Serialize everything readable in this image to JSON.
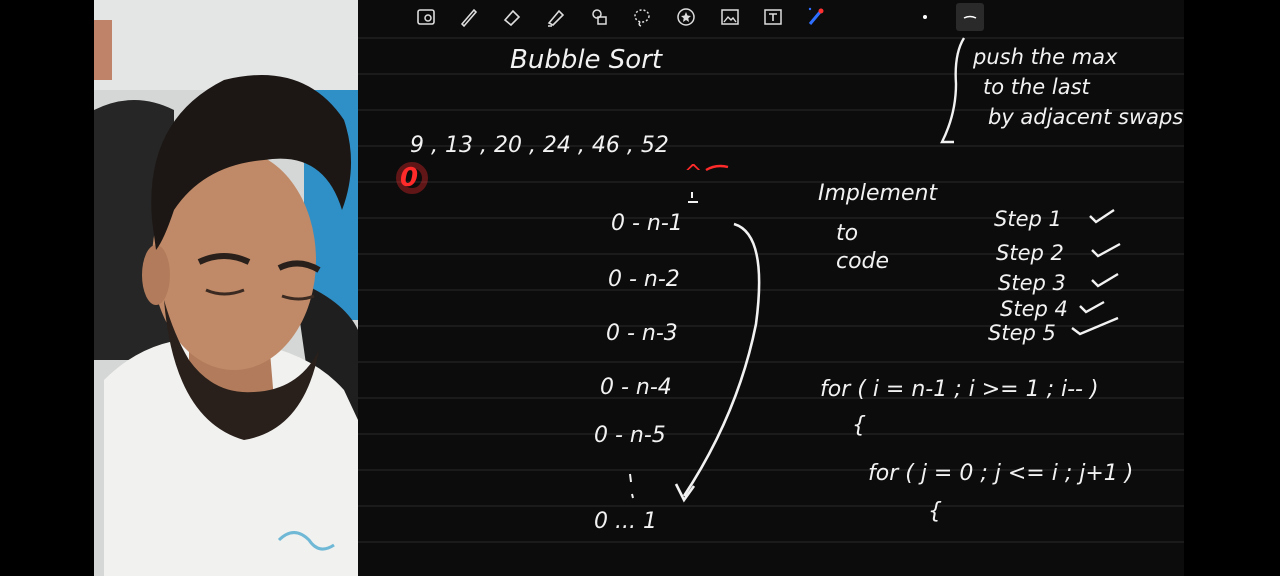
{
  "toolbar": {
    "tools": [
      {
        "icon": "lasso-select-icon"
      },
      {
        "icon": "pen-icon"
      },
      {
        "icon": "eraser-icon"
      },
      {
        "icon": "highlighter-icon"
      },
      {
        "icon": "shapes-icon"
      },
      {
        "icon": "lasso-icon"
      },
      {
        "icon": "star-sticker-icon"
      },
      {
        "icon": "image-icon"
      },
      {
        "icon": "text-box-icon"
      },
      {
        "icon": "laser-pointer-icon"
      },
      {
        "icon": "color-dot-icon"
      },
      {
        "icon": "stroke-width-icon",
        "active": true
      }
    ],
    "accent_color": "#2f6fff"
  },
  "notes": {
    "title": "Bubble Sort",
    "array_text": "9 , 13 , 20 , 24 , 46 , 52",
    "index_marker": "0",
    "end_marker": "^",
    "aside_lines": [
      "push the max",
      "to the last",
      "by adjacent swaps"
    ],
    "ranges": [
      "0 - n-1",
      "0 - n-2",
      "0 - n-3",
      "0 - n-4",
      "0 - n-5",
      "0 ... 1"
    ],
    "implement_lines": [
      "Implement",
      "to",
      "code"
    ],
    "steps": [
      "Step 1",
      "Step 2",
      "Step 3",
      "Step 4",
      "Step 5"
    ],
    "code": {
      "outer": "for ( i = n-1 ; i >= 1 ; i-- )",
      "outer_brace": "{",
      "inner": "for ( j = 0 ; j <= i ; j+1 )",
      "inner_brace": "{"
    },
    "ink_color": "#f2f2f2",
    "highlight_color": "#ff2a2a"
  }
}
